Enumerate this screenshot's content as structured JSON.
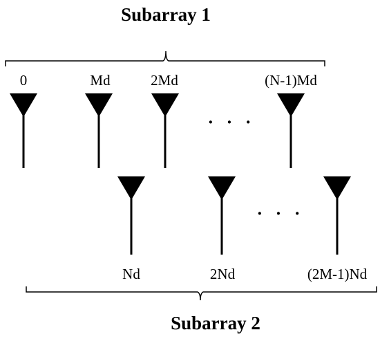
{
  "subarray1": {
    "title": "Subarray 1",
    "labels": [
      "0",
      "Md",
      "2Md",
      "(N-1)Md"
    ],
    "ellipsis": "· · ·"
  },
  "subarray2": {
    "title": "Subarray 2",
    "labels": [
      "Nd",
      "2Nd",
      "(2M-1)Nd"
    ],
    "ellipsis": "· · ·"
  },
  "colors": {
    "ink": "#000000",
    "background": "#ffffff"
  },
  "icons": {
    "antenna": "antenna-icon"
  }
}
